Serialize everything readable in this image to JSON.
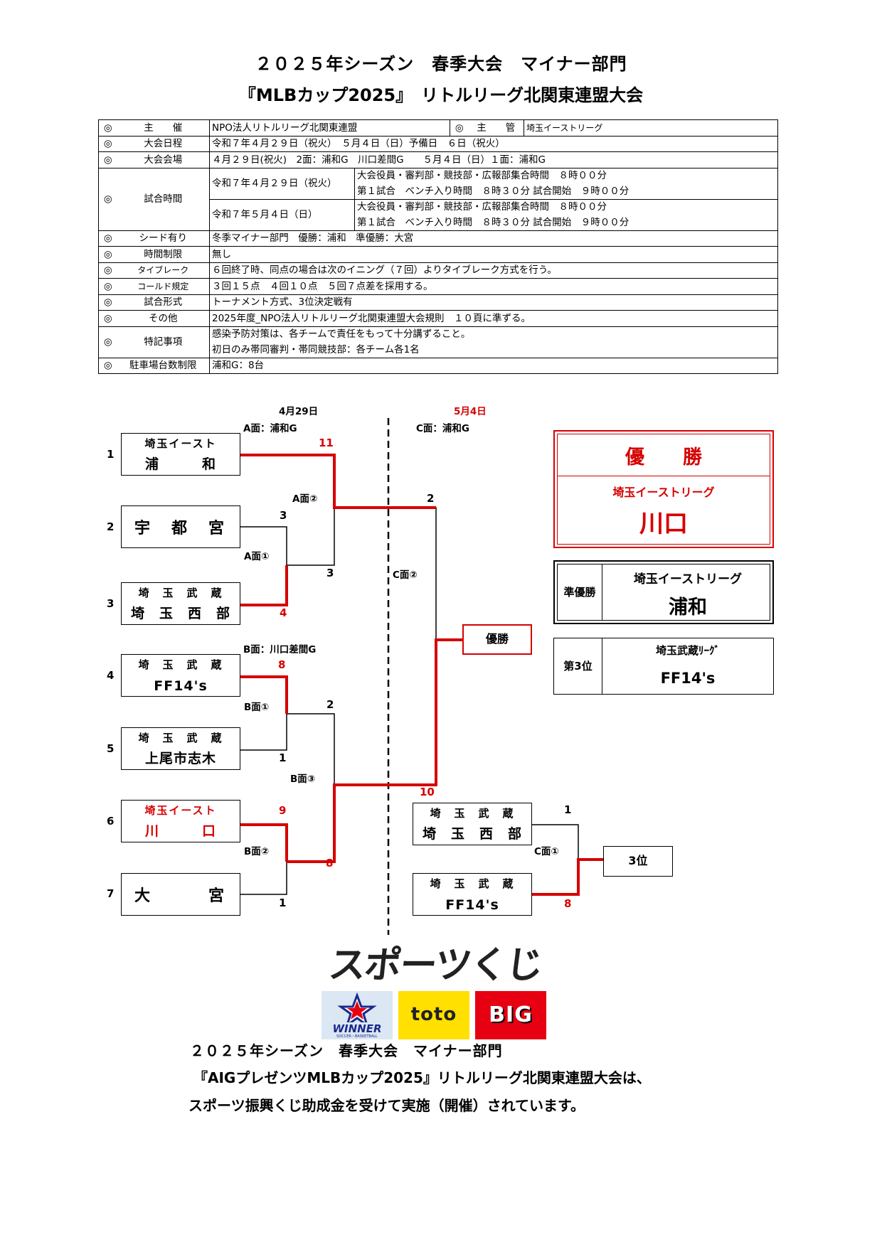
{
  "header": {
    "line1": "２０２５年シーズン　春季大会　マイナー部門",
    "line2": "『MLBカップ2025』　リトルリーグ北関東連盟大会"
  },
  "info": {
    "mark": "◎",
    "rows": [
      {
        "label": "主　　催",
        "value": "NPO法人リトルリーグ北関東連盟",
        "label2": "主　　管",
        "value2": "埼玉イーストリーグ"
      },
      {
        "label": "大会日程",
        "value": "令和７年４月２９日（祝火）　５月４日（日）予備日　６日（祝火）"
      },
      {
        "label": "大会会場",
        "value": "４月２９日(祝火)　2面：浦和G　川口差間G　　５月４日（日）１面：浦和G"
      },
      {
        "label": "試合時間",
        "date1": "令和７年４月２９日（祝火）",
        "d1a": "大会役員・審判部・競技部・広報部集合時間　８時００分",
        "d1b": "第１試合　ベンチ入り時間　８時３０分 試合開始　９時００分",
        "date2": "令和７年５月４日（日）",
        "d2a": "大会役員・審判部・競技部・広報部集合時間　８時００分",
        "d2b": "第１試合　ベンチ入り時間　８時３０分 試合開始　９時００分"
      },
      {
        "label": "シード有り",
        "value": "冬季マイナー部門　優勝：浦和　準優勝：大宮"
      },
      {
        "label": "時間制限",
        "value": "無し"
      },
      {
        "label": "タイブレーク",
        "value": "６回終了時、同点の場合は次のイニング（７回）よりタイブレーク方式を行う。"
      },
      {
        "label": "コールド規定",
        "value": "３回１５点　４回１０点　５回７点差を採用する。"
      },
      {
        "label": "試合形式",
        "value": "トーナメント方式、3位決定戦有"
      },
      {
        "label": "その他",
        "value": "2025年度_NPO法人リトルリーグ北関東連盟大会規則　１０頁に準ずる。"
      },
      {
        "label": "特記事項",
        "value": "感染予防対策は、各チームで責任をもって十分講ずること。",
        "value_b": "初日のみ帯同審判・帯同競技部：各チーム各1名"
      },
      {
        "label": "駐車場台数制限",
        "value": "浦和G：8台"
      }
    ]
  },
  "bracket": {
    "date1": "4月29日",
    "date2": "5月4日",
    "field_a": "A面：浦和G",
    "field_b": "B面：川口差間G",
    "field_c": "C面：浦和G",
    "teams": [
      {
        "seed": "1",
        "line1": "埼玉イースト",
        "line2": "浦　　　和"
      },
      {
        "seed": "2",
        "name": "宇　都　宮"
      },
      {
        "seed": "3",
        "line1": "埼　玉　武　蔵",
        "line2": "埼　玉　西　部"
      },
      {
        "seed": "4",
        "line1": "埼　玉　武　蔵",
        "line2": "FF14's"
      },
      {
        "seed": "5",
        "line1": "埼　玉　武　蔵",
        "line2": "上尾市志木"
      },
      {
        "seed": "6",
        "line1": "埼玉イースト",
        "line2": "川　　　口"
      },
      {
        "seed": "7",
        "name": "大　　　宮"
      }
    ],
    "third_teams": [
      {
        "line1": "埼　玉　武　蔵",
        "line2": "埼　玉　西　部"
      },
      {
        "line1": "埼　玉　武　蔵",
        "line2": "FF14's"
      }
    ],
    "games": {
      "a1": "A面①",
      "a2": "A面②",
      "b1": "B面①",
      "b2": "B面②",
      "b3": "B面③",
      "c1": "C面①",
      "c2": "C面②"
    },
    "scores": {
      "t1": "11",
      "t2": "3",
      "t3": "4",
      "a1w": "3",
      "a2w": "2",
      "t4": "8",
      "t5": "1",
      "b1w": "2",
      "t6": "9",
      "t7": "1",
      "b2w": "8",
      "b3w": "10",
      "third1": "1",
      "third2": "8"
    },
    "final_label": "優勝",
    "third_label": "3位"
  },
  "results": {
    "champion_title": "優　　勝",
    "champion_league": "埼玉イーストリーグ",
    "champion_team": "川口",
    "runner_label": "準優勝",
    "runner_league": "埼玉イーストリーグ",
    "runner_team": "浦和",
    "third_label": "第3位",
    "third_league": "埼玉武蔵ﾘｰｸﾞ",
    "third_team": "FF14's"
  },
  "logo": {
    "title": "スポーツくじ",
    "winner": "WINNER",
    "winner_sub": "SOCCER・BASKETBALL",
    "toto": "toto",
    "big": "BIG"
  },
  "footer": {
    "line1": "２０２５年シーズン　春季大会　マイナー部門",
    "line2": "『AIGプレゼンツMLBカップ2025』リトルリーグ北関東連盟大会は、",
    "line3": "スポーツ振興くじ助成金を受けて実施（開催）されています。"
  },
  "colors": {
    "accent": "#d60000",
    "winner_bg": "#dbe7f2",
    "toto_bg": "#ffe000",
    "big_bg": "#e60012"
  }
}
